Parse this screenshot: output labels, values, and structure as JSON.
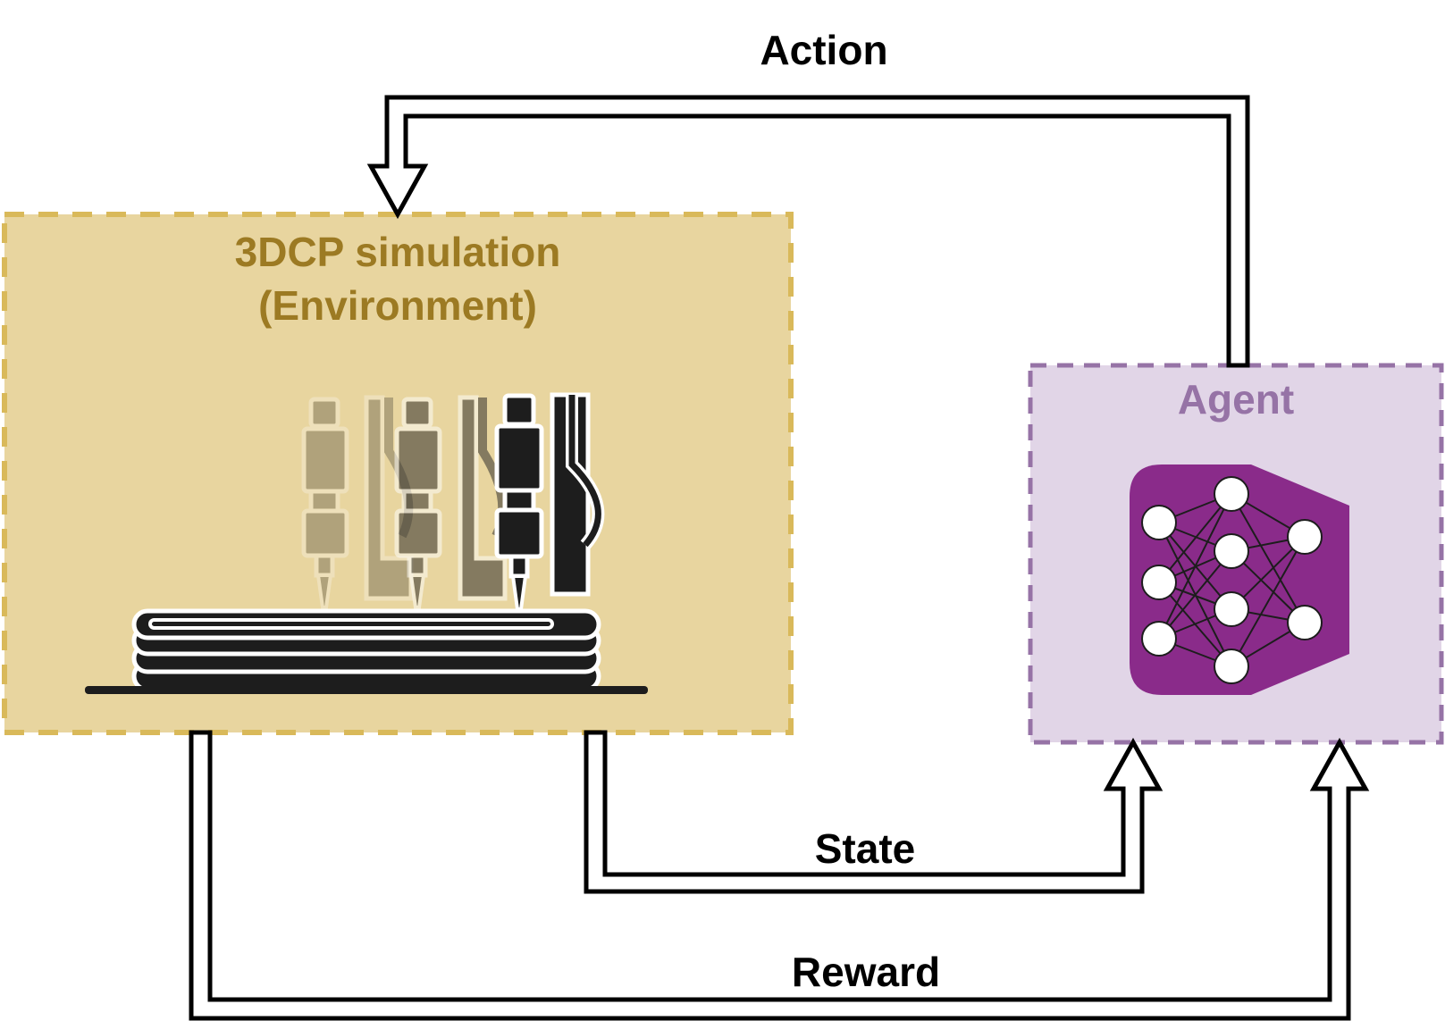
{
  "title_labels": {
    "action": "Action",
    "state": "State",
    "reward": "Reward"
  },
  "environment": {
    "title_line1": "3DCP simulation",
    "title_line2": "(Environment)",
    "fill_color": "#e8d59f",
    "border_color": "#d9b95a",
    "title_color": "#9c7a23",
    "illustration_icon": "3d-concrete-printer-nozzle-icon"
  },
  "agent": {
    "title": "Agent",
    "fill_color": "#e1d5e7",
    "border_color": "#9673a6",
    "title_color": "#9673a6",
    "icon": "neural-network-icon",
    "icon_color": "#8a2b8a"
  },
  "arrows": {
    "stroke_color": "#000000",
    "fill_color": "#ffffff"
  }
}
